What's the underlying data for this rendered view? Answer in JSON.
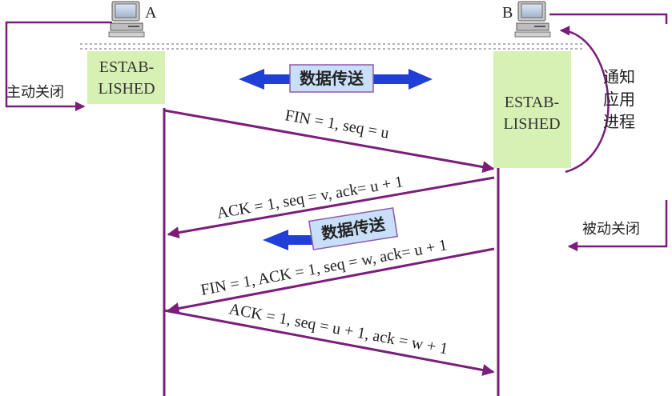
{
  "hosts": {
    "a_label": "A",
    "b_label": "B"
  },
  "states": {
    "a_line1": "ESTAB-",
    "a_line2": "LISHED",
    "b_line1": "ESTAB-",
    "b_line2": "LISHED"
  },
  "side_labels": {
    "active_close": "主动关闭",
    "notify_line1": "通知",
    "notify_line2": "应用",
    "notify_line3": "进程",
    "passive_close": "被动关闭"
  },
  "data_transfer": {
    "top_label": "数据传送",
    "middle_label": "数据传送"
  },
  "segments": {
    "fin1": "FIN = 1, seq = u",
    "ack1": "ACK = 1, seq = v, ack= u + 1",
    "fin2": "FIN = 1, ACK = 1, seq = w, ack= u + 1",
    "ack2": "ACK = 1, seq = u + 1, ack = w + 1"
  },
  "colors": {
    "purple": "#7a1e7a",
    "state_fill": "#d7f0b4",
    "data_box": "#c9dff7",
    "blue_arrow": "#1f3fd6"
  }
}
